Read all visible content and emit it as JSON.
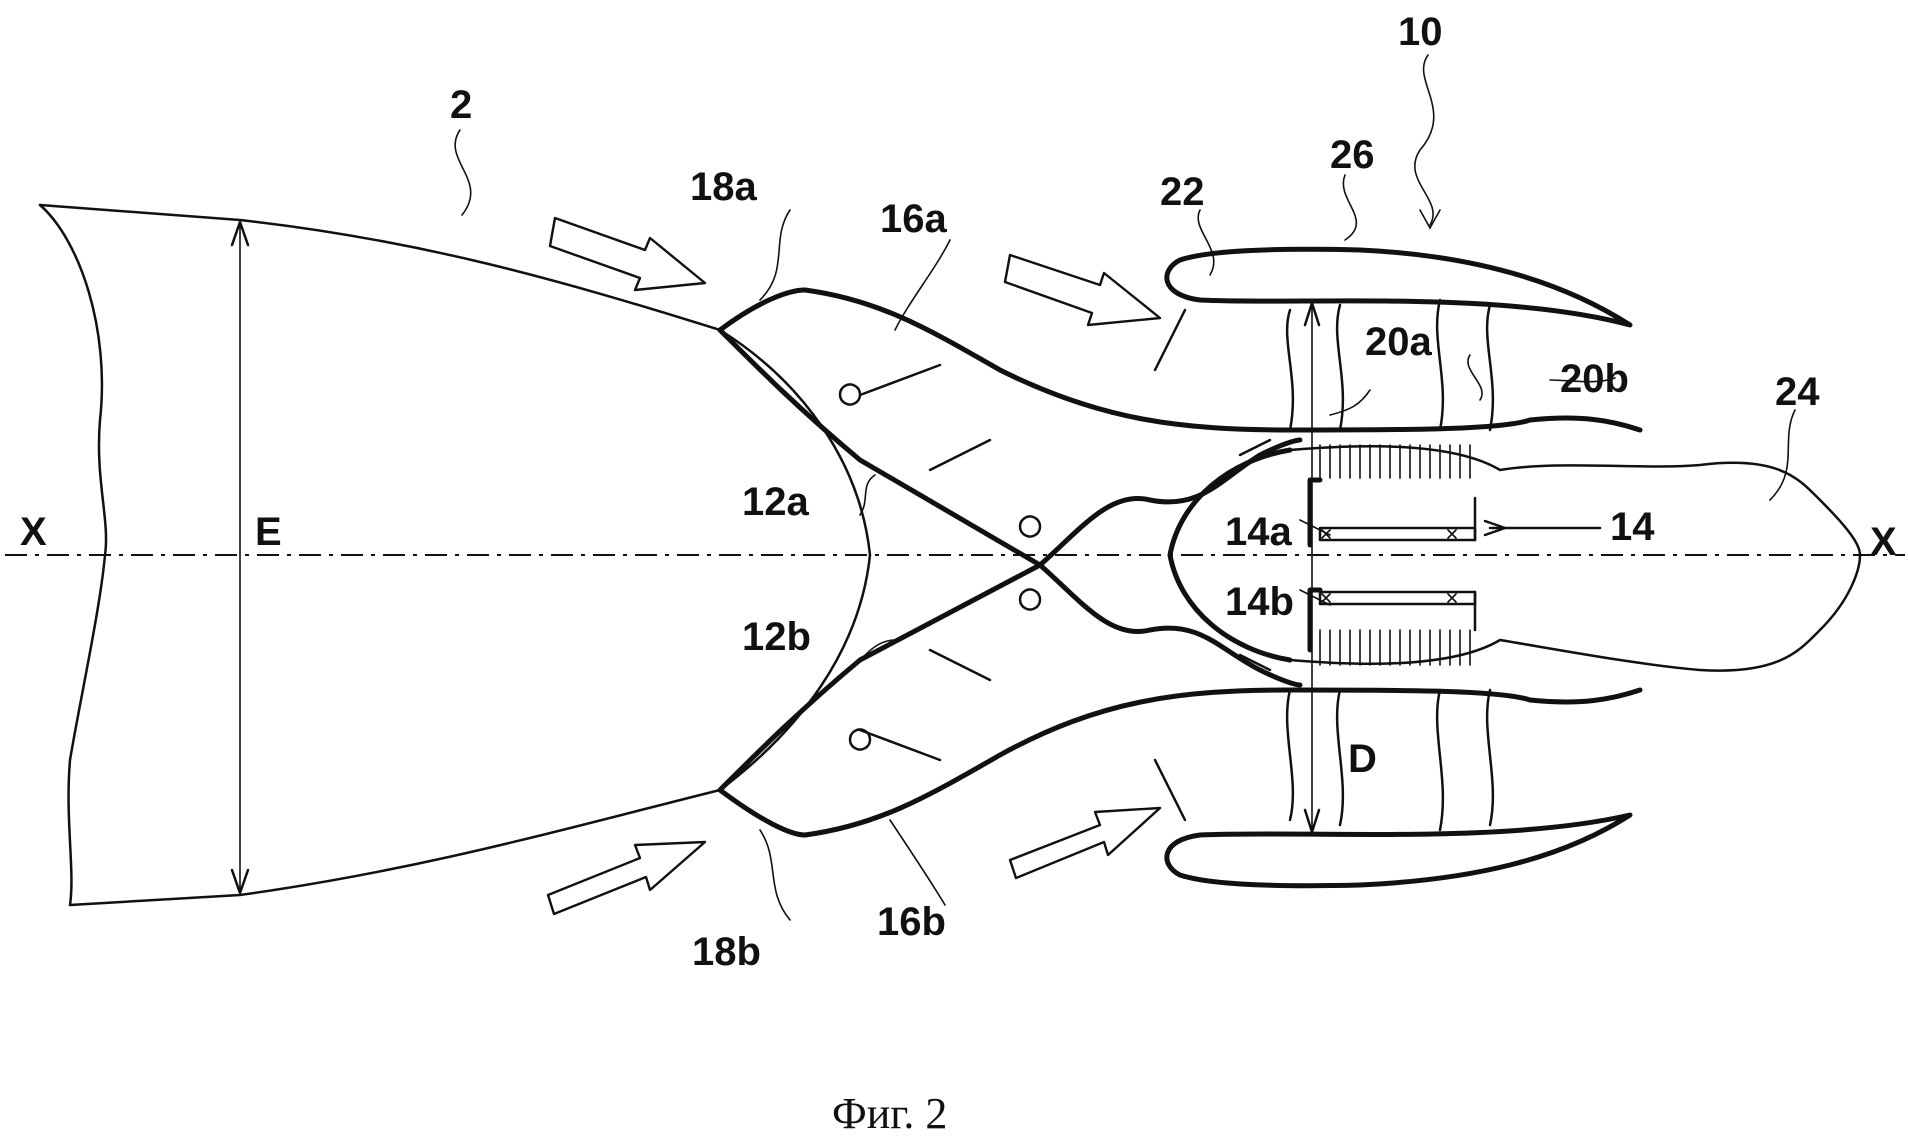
{
  "figure": {
    "caption": "Фиг. 2",
    "labels": {
      "aircraft": "2",
      "engine": "10",
      "nacelle": "26",
      "fan_inlet": "22",
      "fan_front": "20a",
      "fan_rear": "20b",
      "exhaust_cone": "24",
      "gas_generator": "14",
      "gas_gen_upper": "14a",
      "gas_gen_lower": "14b",
      "duct_upper": "12a",
      "duct_lower": "12b",
      "inlet_upper": "18a",
      "inlet_lower": "18b",
      "lip_upper": "16a",
      "lip_lower": "16b",
      "axis_left": "X",
      "axis_right": "X",
      "dim_e": "E",
      "dim_d": "D"
    }
  }
}
